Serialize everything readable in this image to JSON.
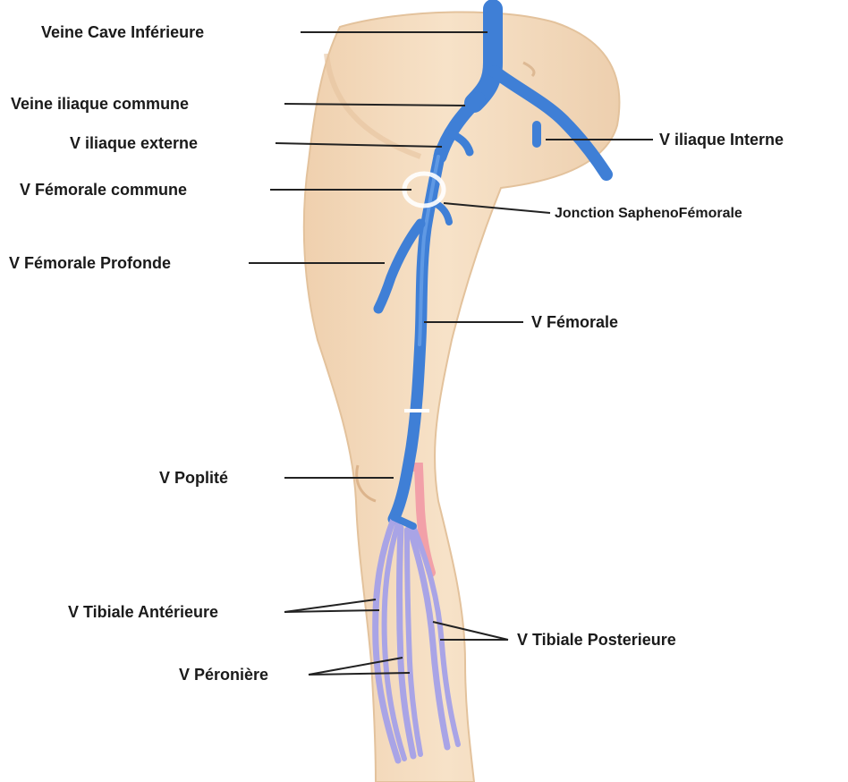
{
  "labels": {
    "inferior_vena_cava": "Veine Cave Inférieure",
    "common_iliac": "Veine iliaque commune",
    "external_iliac": "V iliaque externe",
    "internal_iliac": "V iliaque Interne",
    "common_femoral": "V Fémorale commune",
    "saphenofemoral_junction": "Jonction SaphenoFémorale",
    "deep_femoral": "V Fémorale Profonde",
    "femoral": "V Fémorale",
    "popliteal": "V Poplité",
    "anterior_tibial": "V Tibiale Antérieure",
    "posterior_tibial": "V Tibiale Posterieure",
    "peroneal": "V Péronière"
  },
  "colors": {
    "vein": "#3f7fd6",
    "vein_highlight": "#6ea4ea",
    "deep_leg_vein": "#a9a4e6",
    "artery": "#f2a0a8",
    "skin": "#f4dcc0",
    "skin_shadow": "#e9c7a4",
    "leader_line": "#222222"
  }
}
